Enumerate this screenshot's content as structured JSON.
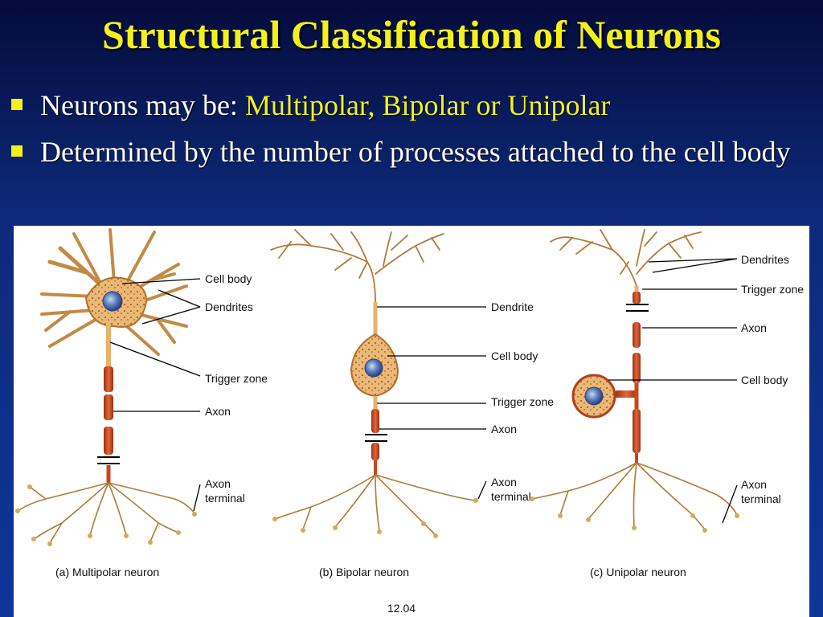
{
  "slide": {
    "title": "Structural Classification of Neurons",
    "bullets": [
      {
        "text": "Neurons may be: ",
        "highlight": "Multipolar, Bipolar or Unipolar"
      },
      {
        "text": "Determined by the number of processes attached to the cell body",
        "highlight": ""
      }
    ]
  },
  "figure": {
    "number": "12.04",
    "panels": [
      {
        "caption": "(a) Multipolar neuron",
        "labels": [
          "Cell body",
          "Dendrites",
          "Trigger zone",
          "Axon",
          "Axon",
          "terminal"
        ]
      },
      {
        "caption": "(b) Bipolar neuron",
        "labels": [
          "Dendrite",
          "Cell body",
          "Trigger zone",
          "Axon",
          "Axon",
          "terminal"
        ]
      },
      {
        "caption": "(c) Unipolar neuron",
        "labels": [
          "Dendrites",
          "Trigger zone",
          "Axon",
          "Cell body",
          "Axon",
          "terminal"
        ]
      }
    ]
  },
  "colors": {
    "title": "#f2f21a",
    "bullet_marker": "#f2f21a",
    "axon": "#c8471c",
    "neuron": "#e8b26a",
    "cell_outline": "#b0712a"
  }
}
